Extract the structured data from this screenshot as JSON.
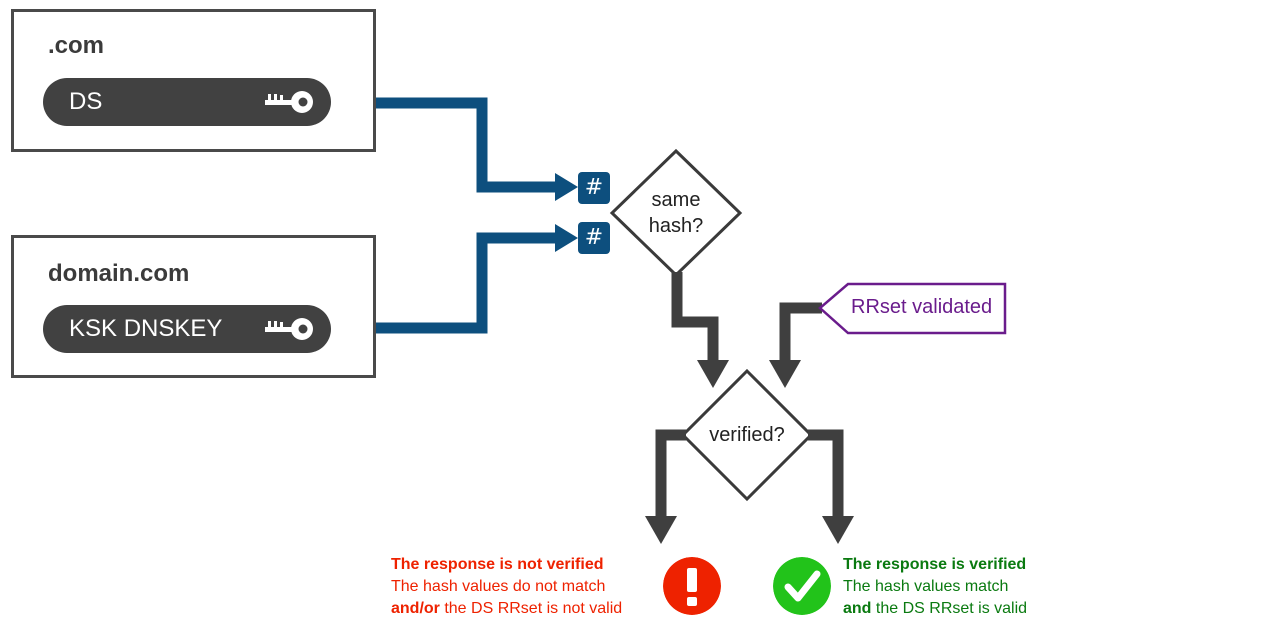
{
  "zones": [
    {
      "title": ".com",
      "record": "DS"
    },
    {
      "title": "domain.com",
      "record": "KSK DNSKEY"
    }
  ],
  "icons": {
    "key": "key-icon",
    "hash": "hash-icon",
    "error": "exclamation-icon",
    "success": "checkmark-icon"
  },
  "hash_symbol": "#",
  "decisions": {
    "same_hash": [
      "same",
      "hash?"
    ],
    "verified": "verified?"
  },
  "tag": "RRset validated",
  "results": {
    "failure": {
      "heading": "The response is not verified",
      "line1": "The hash values do not match",
      "line2_bold": "and/or",
      "line2_rest": " the DS RRset is not valid"
    },
    "success": {
      "heading": "The response is verified",
      "line1": "The hash values match",
      "line2_bold": "and",
      "line2_rest": " the DS RRset is valid"
    }
  },
  "colors": {
    "box_border": "#4a4a4a",
    "pill": "#414141",
    "blue_connector": "#0d4f7e",
    "gray_connector": "#3f3f3f",
    "tag_purple": "#6a1c8c",
    "error_red": "#ee2200",
    "success_green": "#22c31a"
  }
}
